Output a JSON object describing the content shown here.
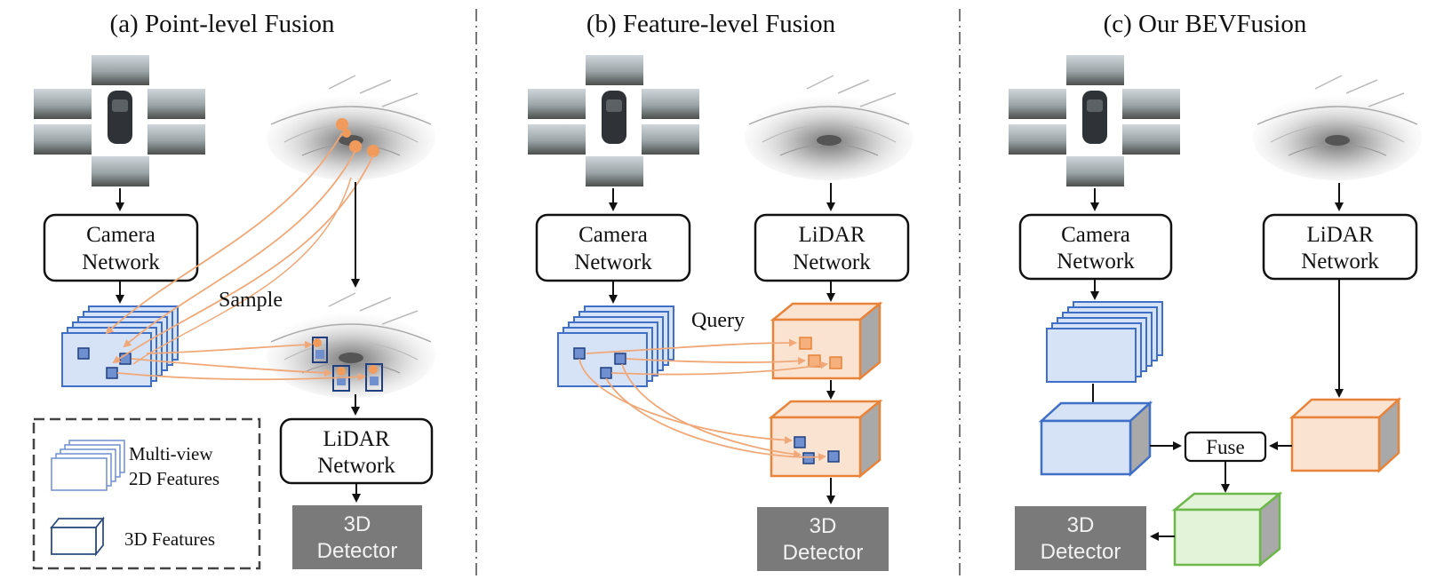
{
  "panels": [
    {
      "title": "(a) Point-level Fusion",
      "camera_network": [
        "Camera",
        "Network"
      ],
      "lidar_network": [
        "LiDAR",
        "Network"
      ],
      "op_label": "Sample",
      "detector": [
        "3D",
        "Detector"
      ]
    },
    {
      "title": "(b) Feature-level Fusion",
      "camera_network": [
        "Camera",
        "Network"
      ],
      "lidar_network": [
        "LiDAR",
        "Network"
      ],
      "op_label": "Query",
      "detector": [
        "3D",
        "Detector"
      ]
    },
    {
      "title": "(c) Our BEVFusion",
      "camera_network": [
        "Camera",
        "Network"
      ],
      "lidar_network": [
        "LiDAR",
        "Network"
      ],
      "fuse_label": "Fuse",
      "detector": [
        "3D",
        "Detector"
      ]
    }
  ],
  "legend": {
    "multiview": [
      "Multi-view",
      "2D Features"
    ],
    "features3d": "3D Features"
  },
  "colors": {
    "camera_blue": "#3f6fc6",
    "camera_fill": "#d6e2f6",
    "lidar_orange": "#e8833a",
    "lidar_fill": "#fbe3d2",
    "bev_green": "#6cb84a",
    "bev_fill": "#e3f3da",
    "detector_gray": "#7a7a7a"
  }
}
